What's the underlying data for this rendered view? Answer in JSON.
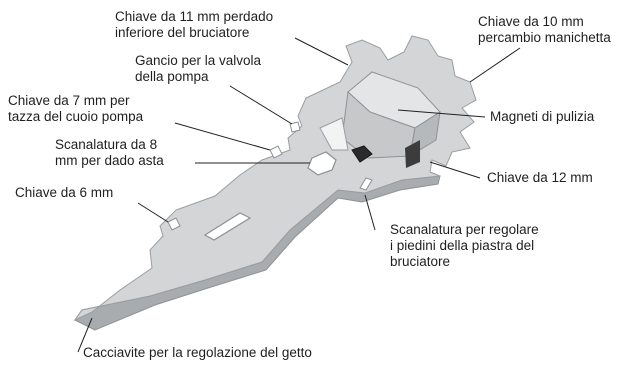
{
  "figure": {
    "labels": {
      "wrench_11mm": [
        "Chiave da 11 mm perdado",
        "inferiore del bruciatore"
      ],
      "wrench_10mm": [
        "Chiave da 10 mm",
        "percambio manichetta"
      ],
      "pump_valve_hook": [
        "Gancio per la valvola",
        "della pompa"
      ],
      "wrench_7mm": [
        "Chiave da 7 mm per",
        "tazza del cuoio pompa"
      ],
      "cleaning_magnets": [
        "Magneti di pulizia"
      ],
      "slot_8mm": [
        "Scanalatura da 8",
        "mm per dado asta"
      ],
      "wrench_12mm": [
        "Chiave da 12 mm"
      ],
      "wrench_6mm": [
        "Chiave da 6 mm"
      ],
      "burner_feet_slot": [
        "Scanalatura per regolare",
        "i piedini della piastra del",
        "bruciatore"
      ],
      "jet_screwdriver": [
        "Cacciavite per la regolazione del getto"
      ]
    },
    "colors": {
      "metal_top": "#d3d5d7",
      "metal_edge": "#a9acaf",
      "metal_shadow": "#8e9195",
      "magnet_light": "#e4e5e6",
      "magnet_dark": "#2a2a2a",
      "leader_line": "#222222",
      "text": "#1f1f1f"
    }
  }
}
